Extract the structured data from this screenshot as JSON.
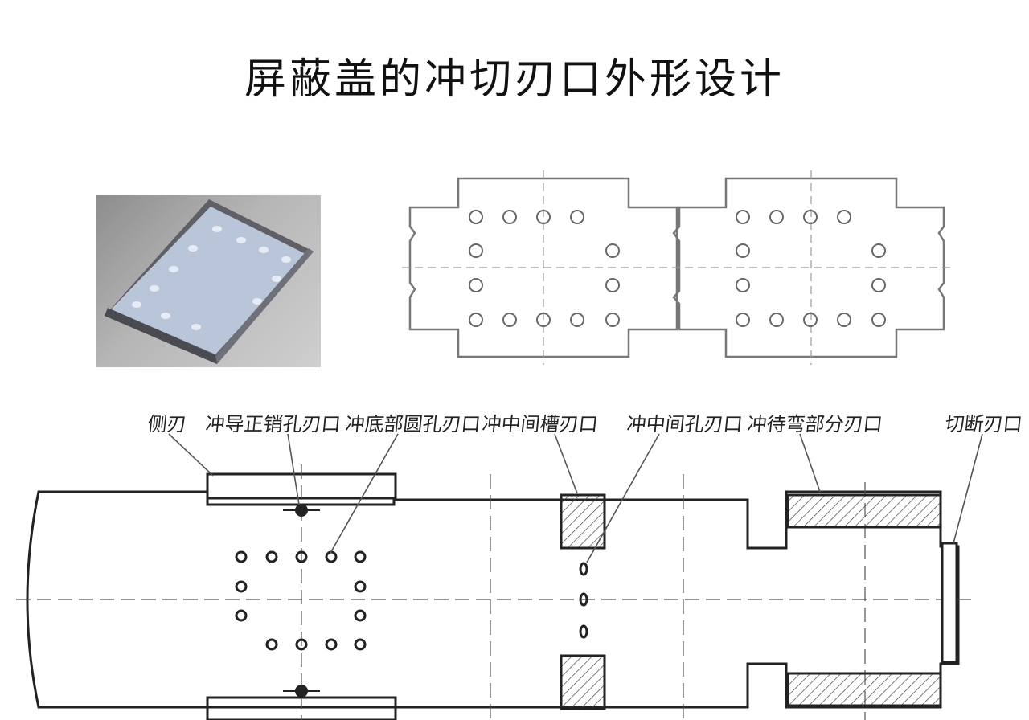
{
  "title": "屏蔽盖的冲切刃口外形设计",
  "labels": [
    {
      "id": "side-blade",
      "text": "侧刃"
    },
    {
      "id": "pilot-hole-blade",
      "text": "冲导正销孔刃口"
    },
    {
      "id": "bottom-hole-blade",
      "text": "冲底部圆孔刃口"
    },
    {
      "id": "middle-slot-blade",
      "text": "冲中间槽刃口"
    },
    {
      "id": "middle-hole-blade",
      "text": "冲中间孔刃口"
    },
    {
      "id": "bend-part-blade",
      "text": "冲待弯部分刃口"
    },
    {
      "id": "cutoff-blade",
      "text": "切断刃口"
    }
  ],
  "colors": {
    "line": "#333333",
    "photo_bg": "#a8a8a8",
    "part": "#b7c4d8"
  }
}
